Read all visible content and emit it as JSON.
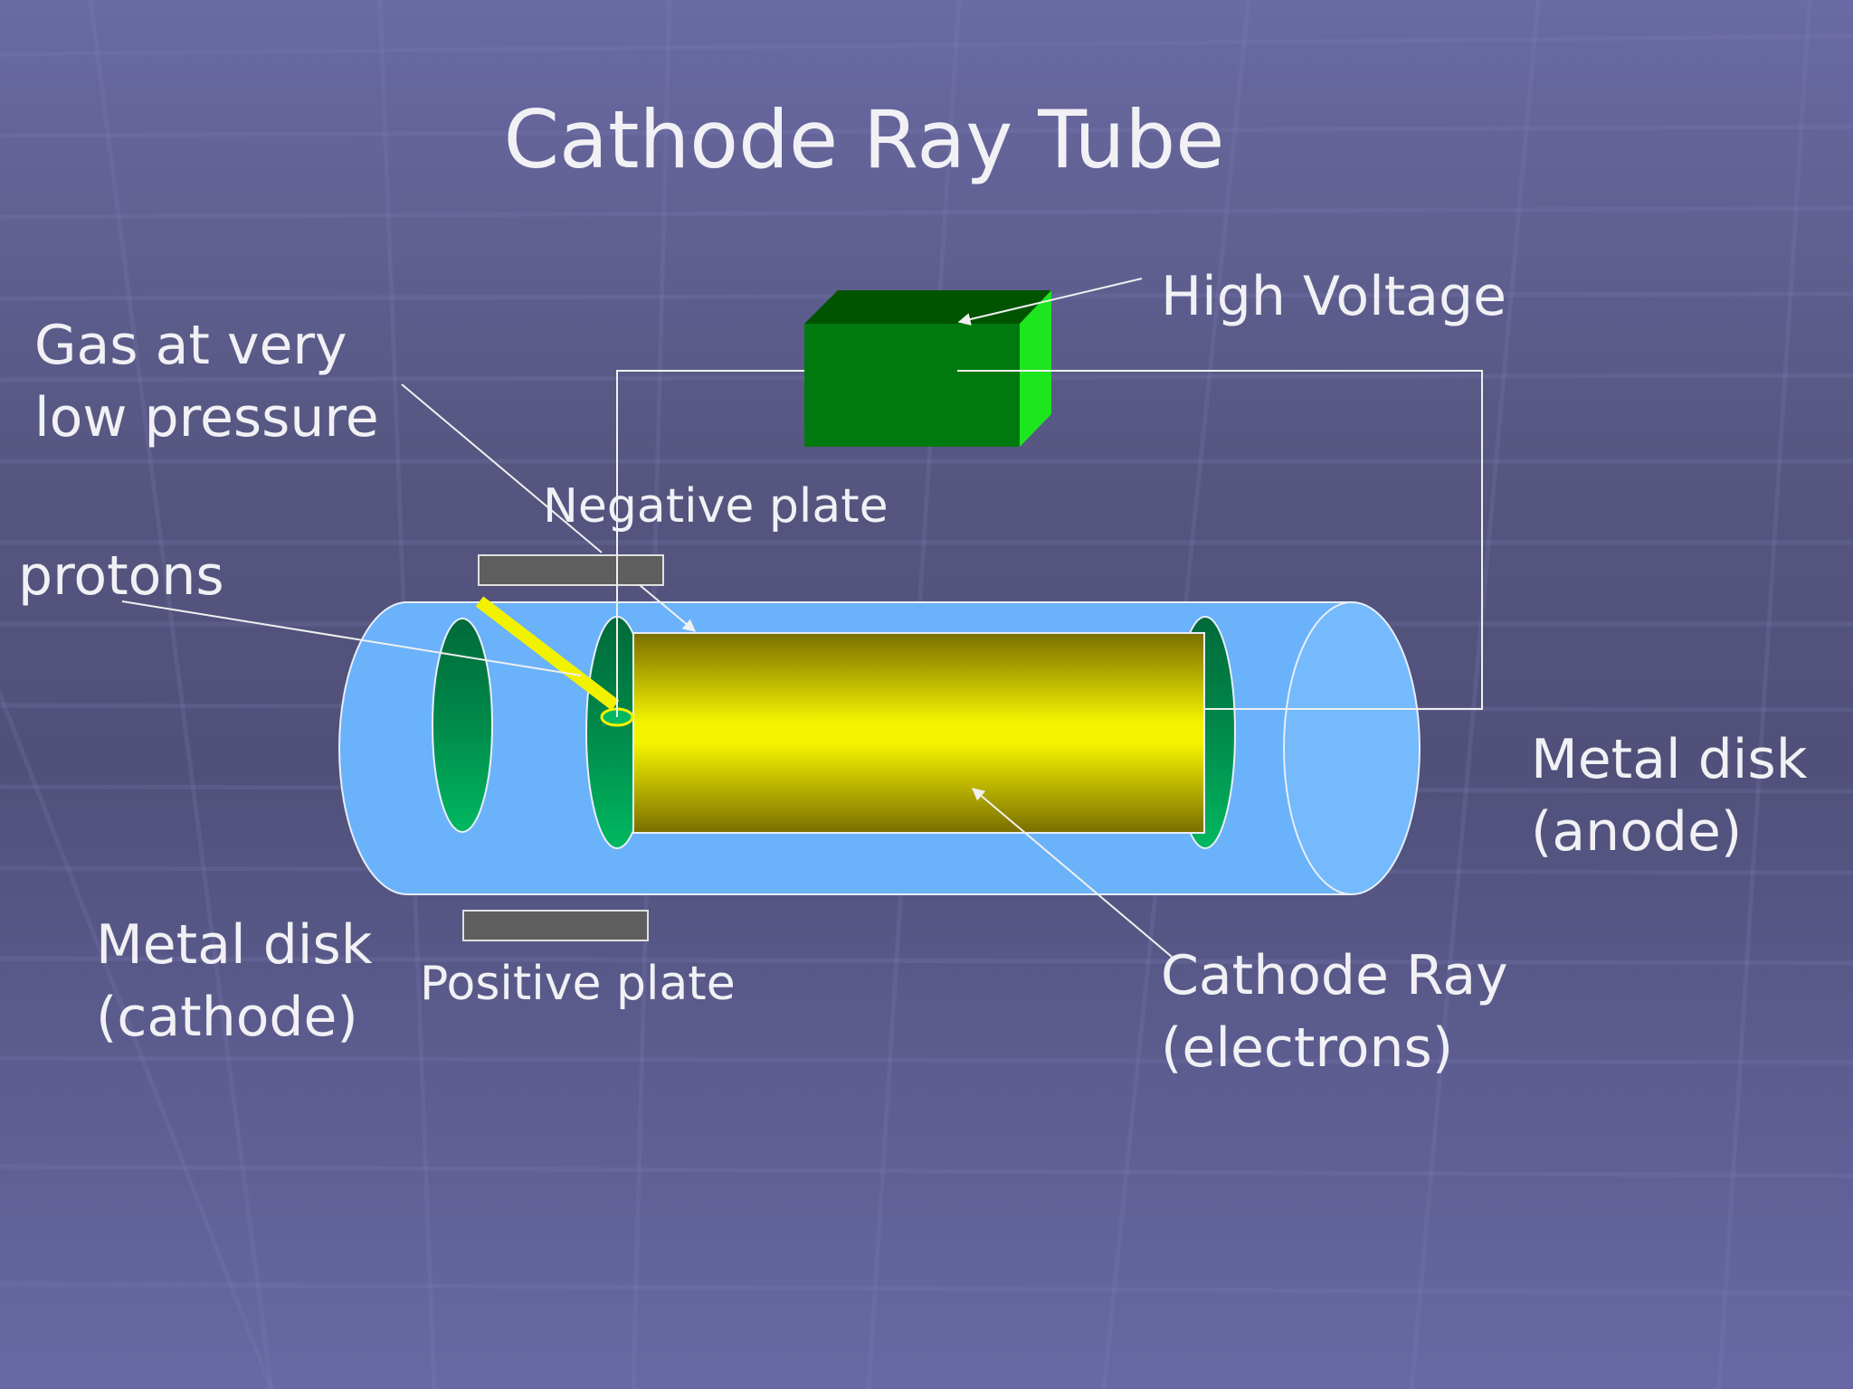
{
  "slide": {
    "title": "Cathode Ray Tube",
    "colors": {
      "background": "#5a5a8c",
      "tube": "#6ab2fa",
      "disk": "#009050",
      "ray": "#f2f200",
      "power_supply": "#007a0e",
      "plate": "#5e5e5e",
      "text": "#f1f1f5"
    }
  },
  "labels": {
    "high_voltage": "High Voltage",
    "gas_line1": "Gas at very",
    "gas_line2": "low pressure",
    "negative_plate": "Negative plate",
    "protons": "protons",
    "anode_line1": "Metal disk",
    "anode_line2": "(anode)",
    "cathode_line1": "Metal disk",
    "cathode_line2": "(cathode)",
    "positive_plate": "Positive plate",
    "ray_line1": "Cathode Ray",
    "ray_line2": "(electrons)"
  }
}
